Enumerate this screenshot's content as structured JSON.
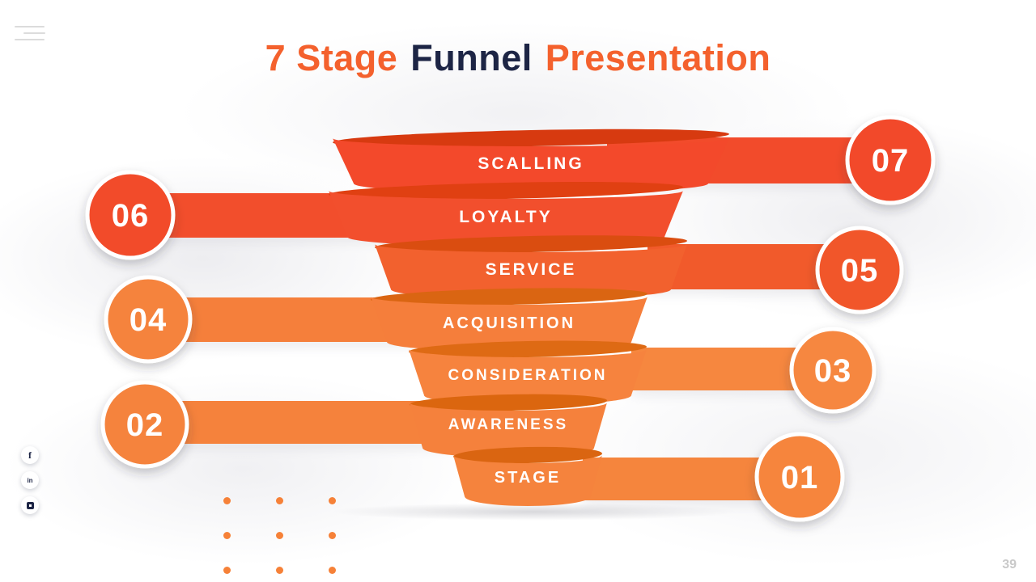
{
  "header": {
    "title_part1": "7 Stage",
    "title_part2": "Funnel",
    "title_part3": "Presentation"
  },
  "funnel": {
    "stages": [
      {
        "number": "07",
        "label": "SCALLING",
        "side": "right",
        "body_color": "#F3492B",
        "rim_color": "#D73A10",
        "bar_color": "#F24B2B",
        "circle_color": "#F24A2B"
      },
      {
        "number": "06",
        "label": "LOYALTY",
        "side": "left",
        "body_color": "#F24F2D",
        "rim_color": "#E04012",
        "bar_color": "#F24E2C",
        "circle_color": "#F24C2B"
      },
      {
        "number": "05",
        "label": "SERVICE",
        "side": "right",
        "body_color": "#F2612E",
        "rim_color": "#DA4D10",
        "bar_color": "#F15A2B",
        "circle_color": "#F1572B"
      },
      {
        "number": "04",
        "label": "ACQUISITION",
        "side": "left",
        "body_color": "#F57E3B",
        "rim_color": "#DA6512",
        "bar_color": "#F57F3B",
        "circle_color": "#F5833D"
      },
      {
        "number": "03",
        "label": "CONSIDERATION",
        "side": "right",
        "body_color": "#F6833E",
        "rim_color": "#DE6A14",
        "bar_color": "#F6873F",
        "circle_color": "#F6873F"
      },
      {
        "number": "02",
        "label": "AWARENESS",
        "side": "left",
        "body_color": "#F5813C",
        "rim_color": "#DB660F",
        "bar_color": "#F5823C",
        "circle_color": "#F5833D"
      },
      {
        "number": "01",
        "label": "STAGE",
        "side": "right",
        "body_color": "#F5833D",
        "rim_color": "#DA6511",
        "bar_color": "#F5853D",
        "circle_color": "#F6853E"
      }
    ]
  },
  "social": {
    "items": [
      {
        "name": "facebook",
        "glyph": "f"
      },
      {
        "name": "linkedin",
        "glyph": "in"
      },
      {
        "name": "instagram",
        "glyph": ""
      }
    ]
  },
  "footer": {
    "page_number": "39"
  },
  "colors": {
    "title_accent": "#F4612D",
    "title_dark": "#1D2545",
    "dot_color": "#F68138",
    "background": "#FFFFFF"
  }
}
